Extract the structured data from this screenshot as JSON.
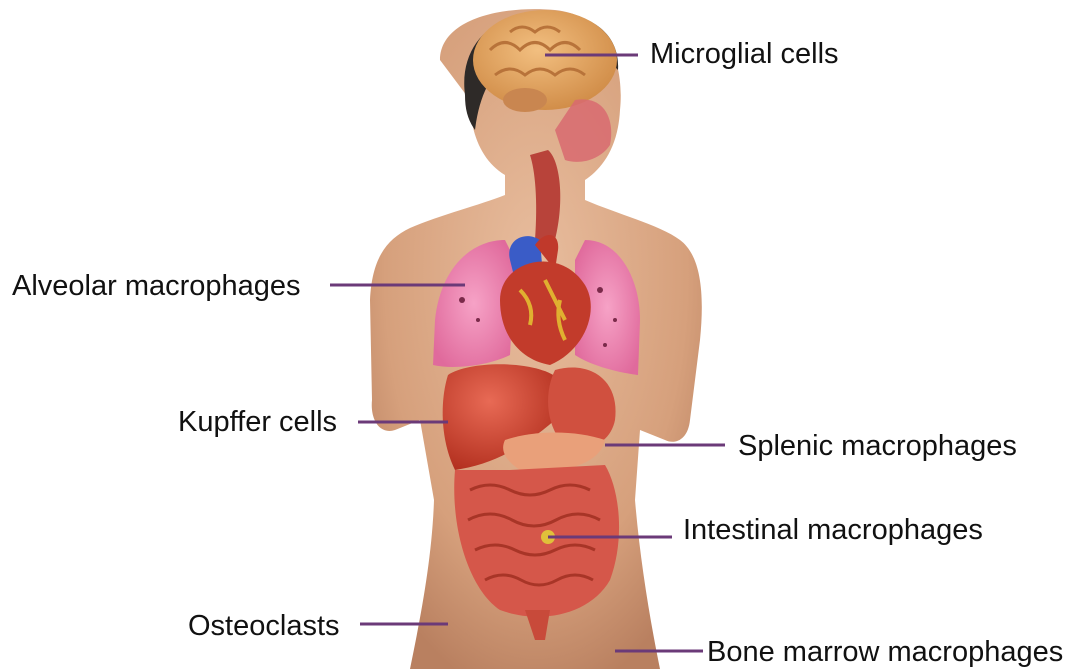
{
  "labels": {
    "microglial": "Microglial cells",
    "alveolar": "Alveolar macrophages",
    "kupffer": "Kupffer cells",
    "splenic": "Splenic macrophages",
    "intestinal": "Intestinal macrophages",
    "osteoclasts": "Osteoclasts",
    "bone_marrow": "Bone marrow macrophages"
  },
  "colors": {
    "leader_line": "#6b3a78",
    "skin": "#d9a582",
    "lung": "#e77aa8",
    "heart": "#c0392b",
    "liver": "#c23b2b",
    "intestine": "#d5574a",
    "brain": "#e3a15f"
  }
}
